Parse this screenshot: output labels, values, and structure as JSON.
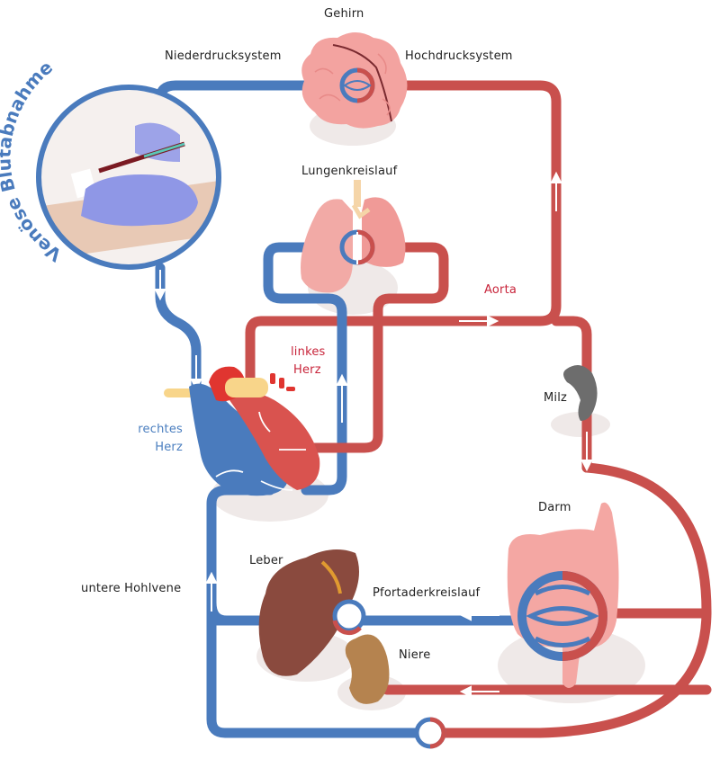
{
  "title": "Venöse Blutabnahme",
  "colors": {
    "vein": "#4a7bbd",
    "artery": "#c9504d",
    "organ_shadow": "#efe9e8",
    "brain": "#f3a3a0",
    "lung": "#f2aaa6",
    "liver": "#8a4a3e",
    "kidney": "#b5834f",
    "spleen": "#6d6d6d",
    "intestine": "#f4a7a3",
    "heart_right": "#4a7bbd",
    "heart_left": "#d9534f",
    "fat": "#f8d58a"
  },
  "labels": {
    "brain": "Gehirn",
    "low_pressure": "Niederdrucksystem",
    "high_pressure": "Hochdrucksystem",
    "pulmonary": "Lungenkreislauf",
    "aorta": "Aorta",
    "left_heart_line1": "linkes",
    "left_heart_line2": "Herz",
    "right_heart_line1": "rechtes",
    "right_heart_line2": "Herz",
    "spleen": "Milz",
    "intestine": "Darm",
    "liver": "Leber",
    "portal": "Pfortaderkreislauf",
    "vena_cava": "untere Hohlvene",
    "kidney": "Niere"
  }
}
